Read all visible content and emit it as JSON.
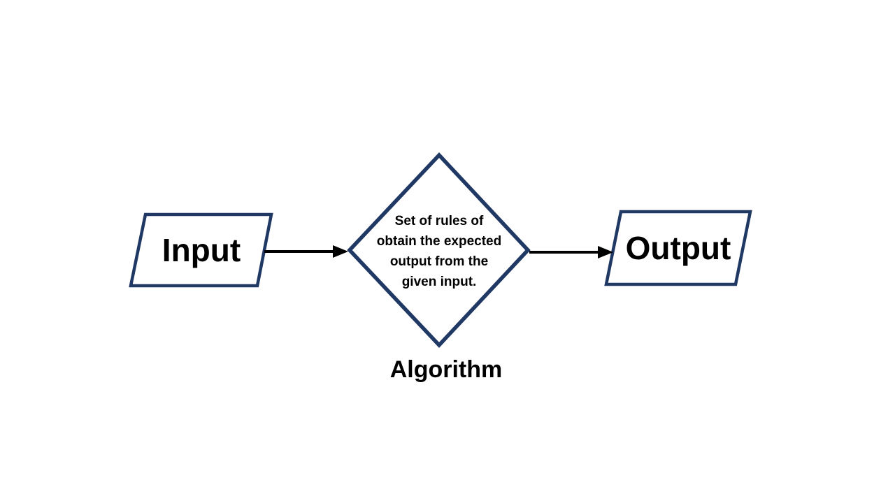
{
  "colors": {
    "background": "#ffffff",
    "shape_border": "#1f3864",
    "shape_fill": "#ffffff",
    "arrow": "#000000",
    "text": "#000000"
  },
  "nodes": {
    "input": {
      "shape": "parallelogram",
      "label": "Input"
    },
    "process": {
      "shape": "diamond",
      "lines": [
        "Set of rules of",
        "obtain the expected",
        "output from the",
        "given input."
      ]
    },
    "output": {
      "shape": "parallelogram",
      "label": "Output"
    }
  },
  "caption": {
    "label": "Algorithm"
  },
  "connections": [
    {
      "from": "input",
      "to": "process",
      "type": "arrow"
    },
    {
      "from": "process",
      "to": "output",
      "type": "arrow"
    }
  ]
}
